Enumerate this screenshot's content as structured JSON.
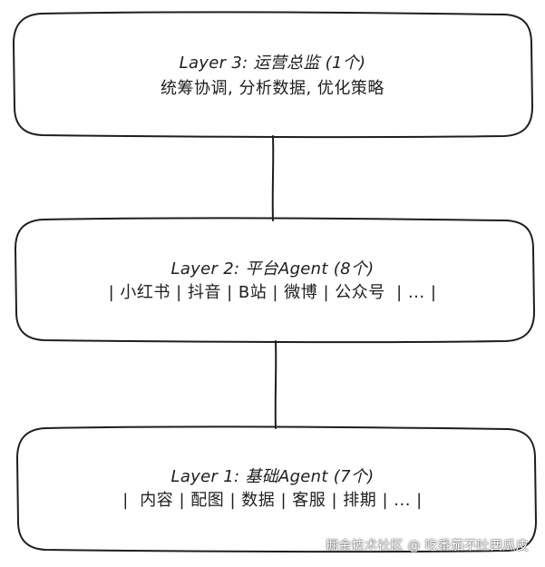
{
  "layers": [
    {
      "title": "Layer 3: 运营总监 (1个)",
      "description": "统筹协调, 分析数据, 优化策略"
    },
    {
      "title": "Layer 2: 平台Agent (8个)",
      "description": "| 小红书 | 抖音 | B站 | 微博 | 公众号  | ... |"
    },
    {
      "title": "Layer 1: 基础Agent (7个)",
      "description": "|  内容 | 配图 | 数据 | 客服 | 排期 | ... |"
    }
  ],
  "watermark": "掘金技术社区 @ 吃番茄不吐西瓜皮",
  "colors": {
    "stroke": "#1e1e1e",
    "background": "#ffffff"
  }
}
